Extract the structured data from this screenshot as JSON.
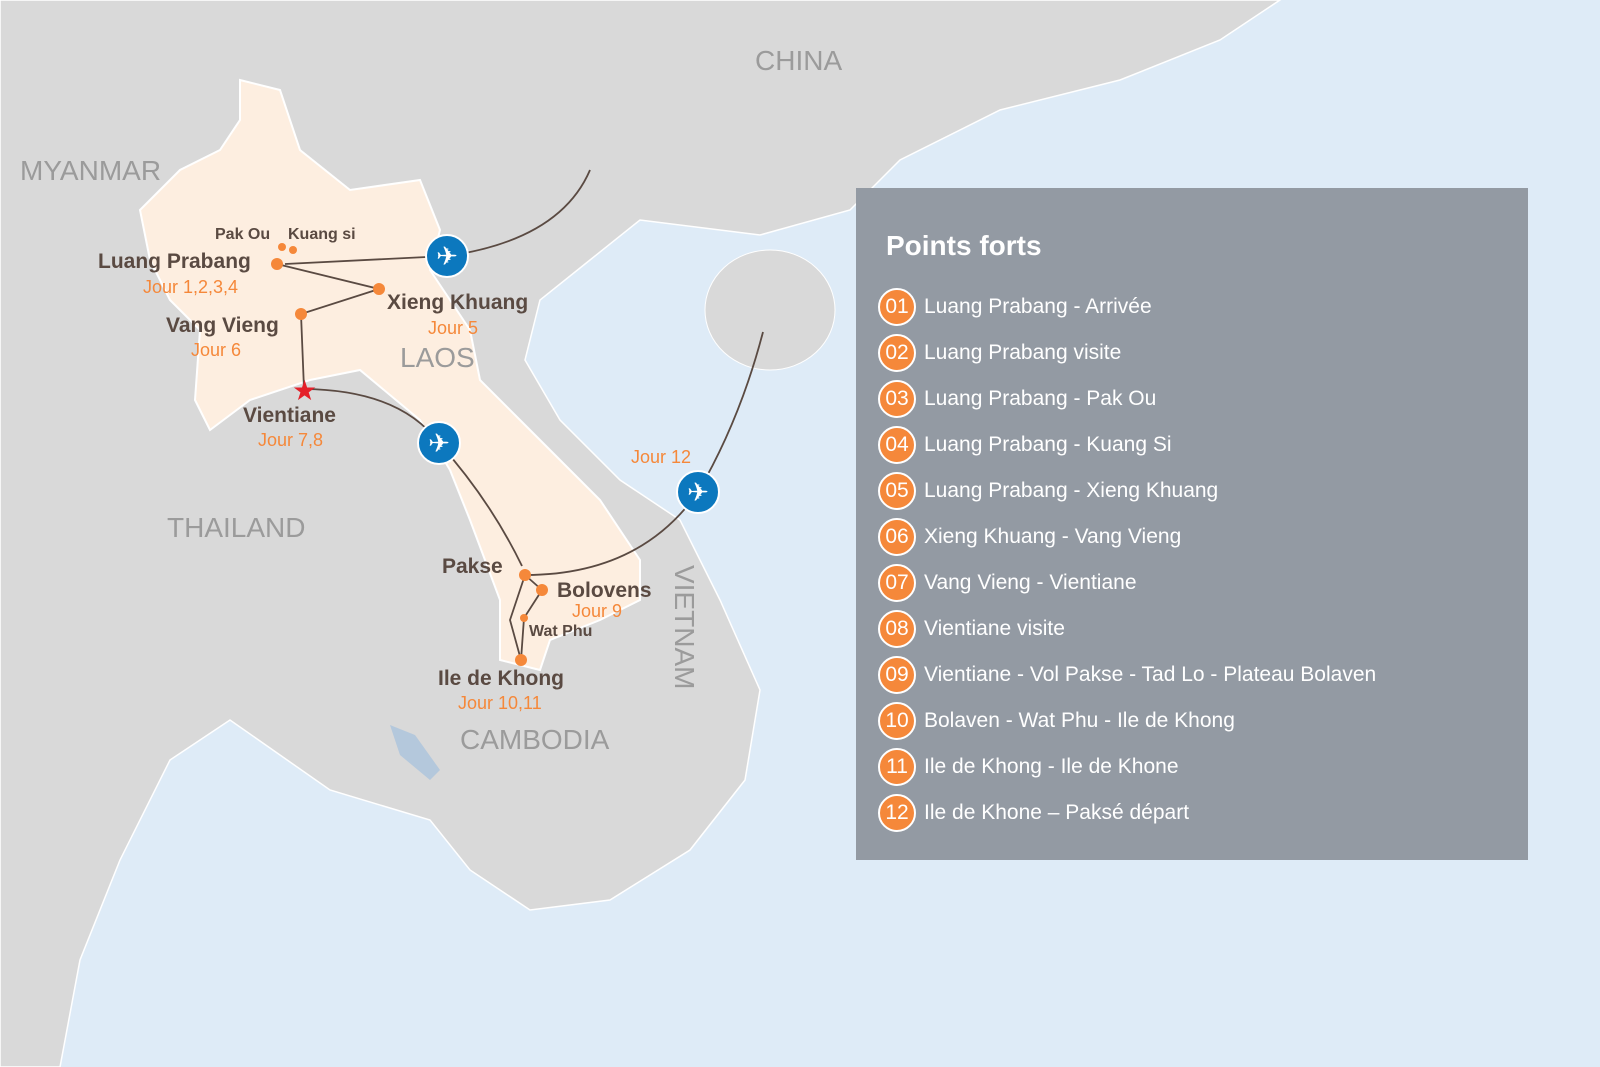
{
  "countries": {
    "china": "CHINA",
    "myanmar": "MYANMAR",
    "laos": "LAOS",
    "thailand": "THAILAND",
    "vietnam": "VIETNAM",
    "cambodia": "CAMBODIA"
  },
  "stops": [
    {
      "name": "Luang Prabang",
      "day": "Jour 1,2,3,4"
    },
    {
      "name": "Xieng Khuang",
      "day": "Jour 5"
    },
    {
      "name": "Vang Vieng",
      "day": "Jour 6"
    },
    {
      "name": "Vientiane",
      "day": "Jour 7,8"
    },
    {
      "name": "Pakse",
      "day": ""
    },
    {
      "name": "Bolovens",
      "day": "Jour 9"
    },
    {
      "name": "Ile de Khong",
      "day": "Jour 10,11"
    }
  ],
  "minor": {
    "pak_ou": "Pak Ou",
    "kuang_si": "Kuang si",
    "wat_phu": "Wat Phu"
  },
  "departure_day": "Jour 12",
  "colors": {
    "sea": "#deebf7",
    "land": "#d9d9d9",
    "laos": "#fdeee0",
    "accent": "#f5883a",
    "plane": "#0c78be",
    "panel": "#939aa3"
  },
  "panel": {
    "title": "Points forts",
    "items": [
      {
        "num": "01",
        "text": "Luang Prabang - Arrivée"
      },
      {
        "num": "02",
        "text": "Luang Prabang visite"
      },
      {
        "num": "03",
        "text": "Luang Prabang - Pak Ou"
      },
      {
        "num": "04",
        "text": "Luang Prabang - Kuang Si"
      },
      {
        "num": "05",
        "text": "Luang Prabang - Xieng Khuang"
      },
      {
        "num": "06",
        "text": "Xieng Khuang - Vang Vieng"
      },
      {
        "num": "07",
        "text": "Vang Vieng - Vientiane"
      },
      {
        "num": "08",
        "text": "Vientiane visite"
      },
      {
        "num": "09",
        "text": "Vientiane - Vol Pakse - Tad Lo - Plateau Bolaven"
      },
      {
        "num": "10",
        "text": "Bolaven - Wat Phu - Ile de Khong"
      },
      {
        "num": "11",
        "text": "Ile de Khong - Ile de Khone"
      },
      {
        "num": "12",
        "text": "Ile de Khone – Paksé départ"
      }
    ]
  }
}
